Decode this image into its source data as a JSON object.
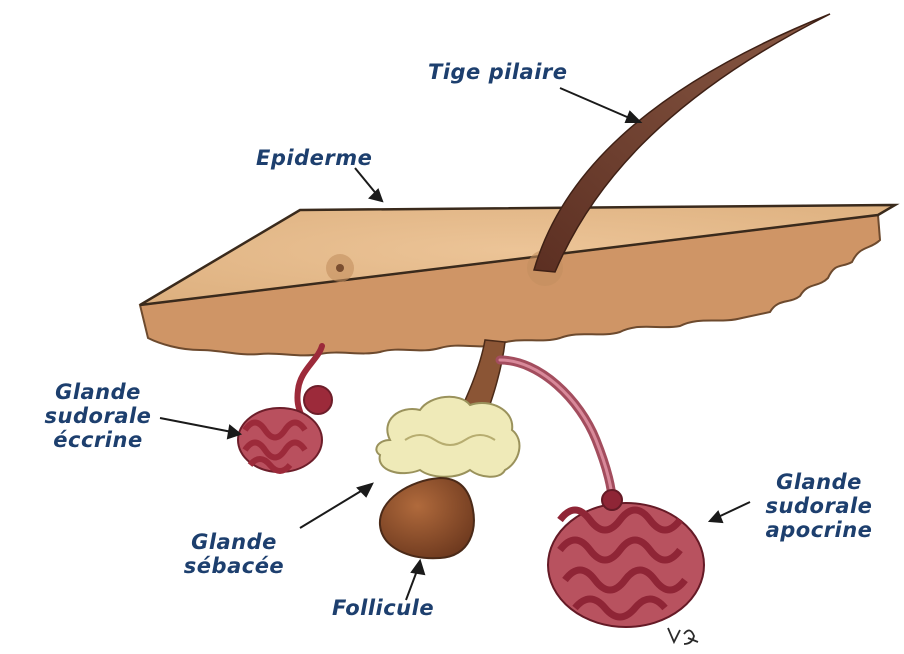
{
  "labels": {
    "tige_pilaire": "Tige pilaire",
    "epiderme": "Epiderme",
    "glande_sudorale_eccrine": [
      "Glande",
      "sudorale",
      "éccrine"
    ],
    "glande_sebacee": [
      "Glande",
      "sébacée"
    ],
    "follicule": "Follicule",
    "glande_sudorale_apocrine": [
      "Glande",
      "sudorale",
      "apocrine"
    ]
  },
  "colors": {
    "label_text": "#1d3f6e",
    "skin_top": "#e7b98a",
    "skin_edge": "#c88b5e",
    "hair": "#6b3b2a",
    "sweat_gland": "#9c2a3a",
    "sebaceous_gland": "#efeab8",
    "follicle_bulb": "#8a4a2a"
  }
}
